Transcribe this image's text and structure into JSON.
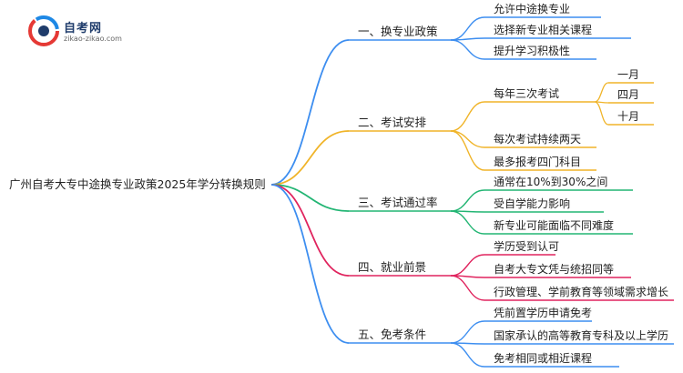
{
  "logo": {
    "title": "自考网",
    "subtitle": "zikao-zikao.com"
  },
  "root": {
    "label": "广州自考大专中途换专业政策2025年学分转换规则"
  },
  "branches": [
    {
      "label": "一、换专业政策",
      "color": "#3d8ef0",
      "children": [
        {
          "label": "允许中途换专业"
        },
        {
          "label": "选择新专业相关课程"
        },
        {
          "label": "提升学习积极性"
        }
      ]
    },
    {
      "label": "二、考试安排",
      "color": "#f0b429",
      "children": [
        {
          "label": "每年三次考试",
          "children": [
            {
              "label": "一月"
            },
            {
              "label": "四月"
            },
            {
              "label": "十月"
            }
          ]
        },
        {
          "label": "每次考试持续两天"
        },
        {
          "label": "最多报考四门科目"
        }
      ]
    },
    {
      "label": "三、考试通过率",
      "color": "#22b573",
      "children": [
        {
          "label": "通常在10%到30%之间"
        },
        {
          "label": "受自学能力影响"
        },
        {
          "label": "新专业可能面临不同难度"
        }
      ]
    },
    {
      "label": "四、就业前景",
      "color": "#e0245e",
      "children": [
        {
          "label": "学历受到认可"
        },
        {
          "label": "自考大专文凭与统招同等"
        },
        {
          "label": "行政管理、学前教育等领域需求增长"
        }
      ]
    },
    {
      "label": "五、免考条件",
      "color": "#3d8ef0",
      "children": [
        {
          "label": "凭前置学历申请免考"
        },
        {
          "label": "国家承认的高等教育专科及以上学历"
        },
        {
          "label": "免考相同或相近课程"
        }
      ]
    }
  ]
}
